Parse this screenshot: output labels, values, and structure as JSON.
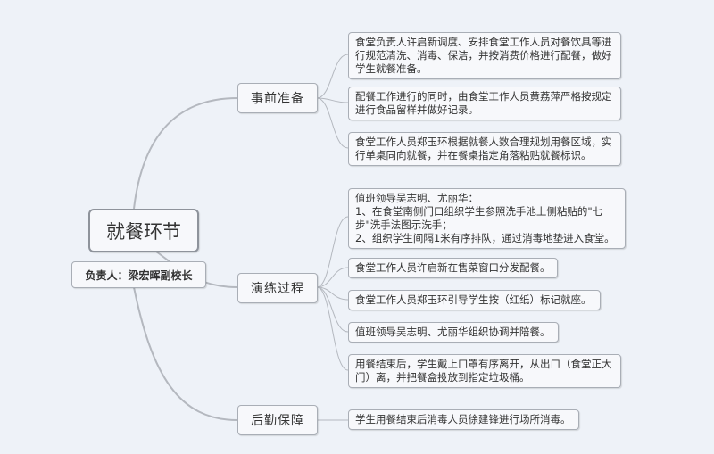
{
  "root": {
    "title": "就餐环节",
    "owner": "负责人：梁宏晖副校长"
  },
  "branches": [
    {
      "label": "事前准备",
      "items": [
        "食堂负责人许启新调度、安排食堂工作人员对餐饮具等进行规范清洗、消毒、保洁，并按消费价格进行配餐，做好学生就餐准备。",
        "配餐工作进行的同时，由食堂工作人员黄荔萍严格按规定进行食品留样并做好记录。",
        "食堂工作人员郑玉环根据就餐人数合理规划用餐区域，实行单桌同向就餐，并在餐桌指定角落粘贴就餐标识。"
      ]
    },
    {
      "label": "演练过程",
      "items": [
        "值班领导吴志明、尤丽华：\n1、在食堂南侧门口组织学生参照洗手池上侧粘贴的\"七步\"洗手法图示洗手；\n2、组织学生间隔1米有序排队，通过消毒地垫进入食堂。",
        "食堂工作人员许启新在售菜窗口分发配餐。",
        "食堂工作人员郑玉环引导学生按（红纸）标记就座。",
        "值班领导吴志明、尤丽华组织协调并陪餐。",
        "用餐结束后，学生戴上口罩有序离开，从出口（食堂正大门）离，并把餐盒投放到指定垃圾桶。"
      ]
    },
    {
      "label": "后勤保障",
      "items": [
        "学生用餐结束后消毒人员徐建锋进行场所消毒。"
      ]
    }
  ]
}
